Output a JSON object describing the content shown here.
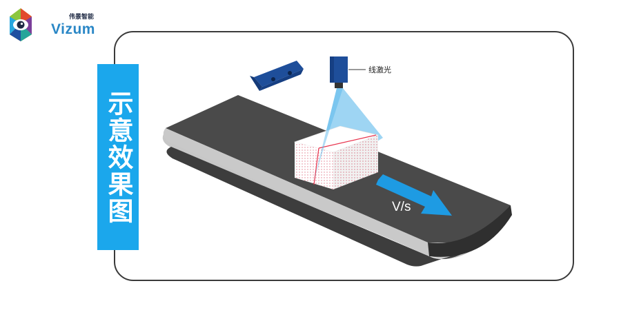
{
  "brand": {
    "name": "Vizum",
    "cn_name": "伟景智能"
  },
  "title": "示意效果图",
  "labels": {
    "line_laser": "线激光",
    "speed": "V/s"
  },
  "colors": {
    "accent": "#1ba7ec",
    "belt_top": "#4a4a4a",
    "belt_side": "#c7c7c7",
    "camera": "#1e4e9a",
    "laser_fan": "#4fb3ea",
    "laser_line": "#e8344e",
    "arrow": "#1e9be3"
  }
}
